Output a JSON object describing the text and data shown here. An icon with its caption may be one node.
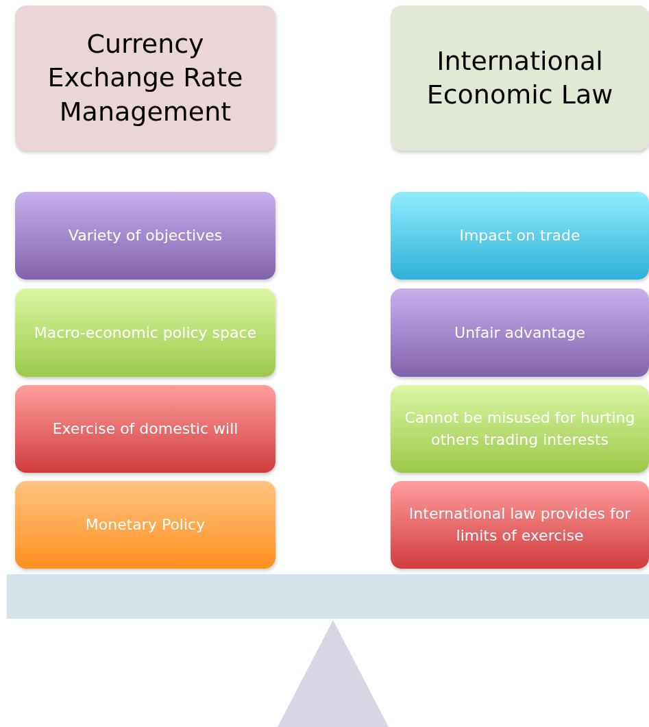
{
  "diagram": {
    "nodes": [
      {
        "text": [
          "Currency Exchange Rate Management"
        ]
      },
      {
        "text": [
          "International Economic Law"
        ]
      },
      {
        "text": [
          "Variety of objectives"
        ]
      },
      {
        "text": [
          "Impact on trade"
        ]
      },
      {
        "text": [
          "Macro-economic policy space"
        ]
      },
      {
        "text": [
          "Unfair advantage"
        ]
      },
      {
        "text": [
          "Exercise of domestic will"
        ]
      },
      {
        "text": [
          "Cannot be misused for hurting others trading interests"
        ]
      },
      {
        "text": [
          "Monetary Policy"
        ]
      },
      {
        "text": [
          "International law provides for limits of exercise"
        ]
      }
    ]
  }
}
